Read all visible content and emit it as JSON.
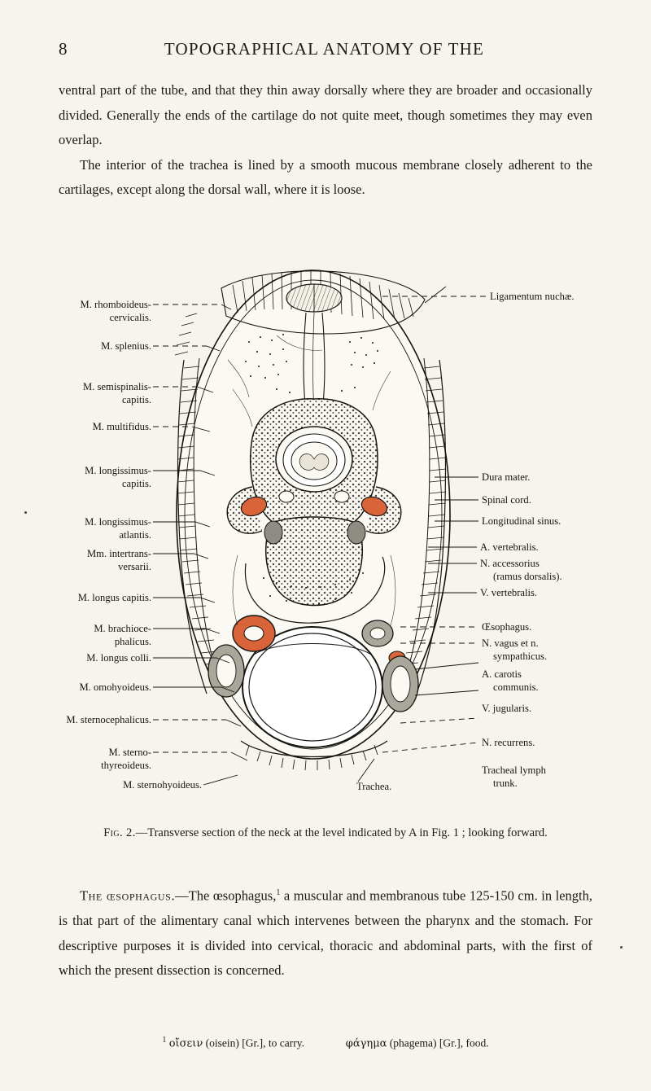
{
  "header": {
    "page_number": "8",
    "title": "TOPOGRAPHICAL ANATOMY OF THE"
  },
  "body": {
    "paragraph1": "ventral part of the tube, and that they thin away dorsally where they are broader and occasionally divided. Generally the ends of the cartilage do not quite meet, though sometimes they may even overlap.",
    "paragraph2": "The interior of the trachea is lined by a smooth mucous membrane closely adherent to the cartilages, except along the dorsal wall, where it is loose."
  },
  "figure": {
    "caption_prefix": "Fig. 2.",
    "caption": "—Transverse section of the neck at the level indicated by A in Fig. 1 ; looking forward.",
    "left_labels": [
      "M. rhomboideus-",
      "cervicalis.",
      "M. splenius.",
      "M. semispinalis-",
      "capitis.",
      "M. multifidus.",
      "M. longissimus-",
      "capitis.",
      "M. longissimus-",
      "atlantis.",
      "Mm. intertrans-",
      "versarii.",
      "M. longus capitis.",
      "M. brachioce-",
      "phalicus.",
      "M. longus colli.",
      "M. omohyoideus.",
      "M. sternocephalicus.",
      "M. sterno-",
      "thyreoideus.",
      "M. sternohyoideus."
    ],
    "right_labels": [
      "Ligamentum nuchæ.",
      "Dura mater.",
      "Spinal cord.",
      "Longitudinal sinus.",
      "A. vertebralis.",
      "N. accessorius",
      "(ramus dorsalis).",
      "V. vertebralis.",
      "Œsophagus.",
      "N. vagus et n.",
      "sympathicus.",
      "A. carotis",
      "communis.",
      "V. jugularis.",
      "N. recurrens.",
      "Tracheal lymph",
      "trunk."
    ],
    "bottom_label": "Trachea."
  },
  "lower": {
    "heading": "The œsophagus.",
    "text_part1": "—The œsophagus,",
    "footnote_marker": "1",
    "text_part2": " a muscular and membranous tube 125-150 cm. in length, is that part of the alimentary canal which intervenes between the pharynx and the stomach. For descriptive purposes it is divided into cervical, thoracic and abdominal parts, with the first of which the present dissection is concerned."
  },
  "footnote": {
    "marker": "1",
    "greek1": "οἴσειν",
    "translit1": "(oisein) [Gr.], to carry.",
    "greek2": "φάγημα",
    "translit2": "(phagema) [Gr.], food."
  }
}
